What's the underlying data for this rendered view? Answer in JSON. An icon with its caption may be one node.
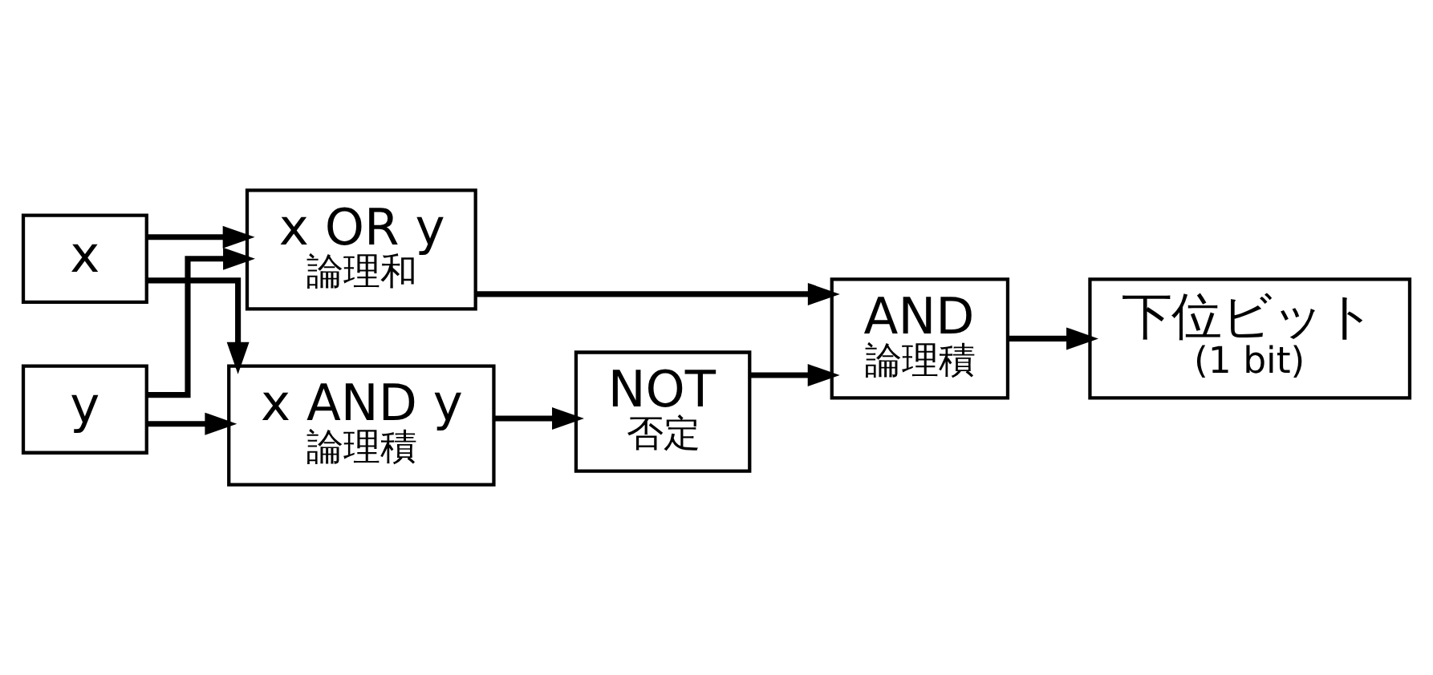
{
  "diagram": {
    "nodes": [
      {
        "text": [
          "x"
        ]
      },
      {
        "text": [
          "y"
        ]
      },
      {
        "text": [
          "x OR y",
          "論理和"
        ]
      },
      {
        "text": [
          "x AND y",
          "論理積"
        ]
      },
      {
        "text": [
          "NOT",
          "否定"
        ]
      },
      {
        "text": [
          "AND",
          "論理積"
        ]
      },
      {
        "text": [
          "下位ビット",
          "(1 bit)"
        ]
      }
    ],
    "edges": [
      {
        "from": 0,
        "to": 2,
        "arrow": "to"
      },
      {
        "from": 0,
        "to": 3,
        "arrow": "to"
      },
      {
        "from": 1,
        "to": 2,
        "arrow": "to"
      },
      {
        "from": 1,
        "to": 3,
        "arrow": "to"
      },
      {
        "from": 2,
        "to": 5,
        "arrow": "to"
      },
      {
        "from": 3,
        "to": 4,
        "arrow": "to"
      },
      {
        "from": 4,
        "to": 5,
        "arrow": "to"
      },
      {
        "from": 5,
        "to": 6,
        "arrow": "to"
      }
    ]
  }
}
